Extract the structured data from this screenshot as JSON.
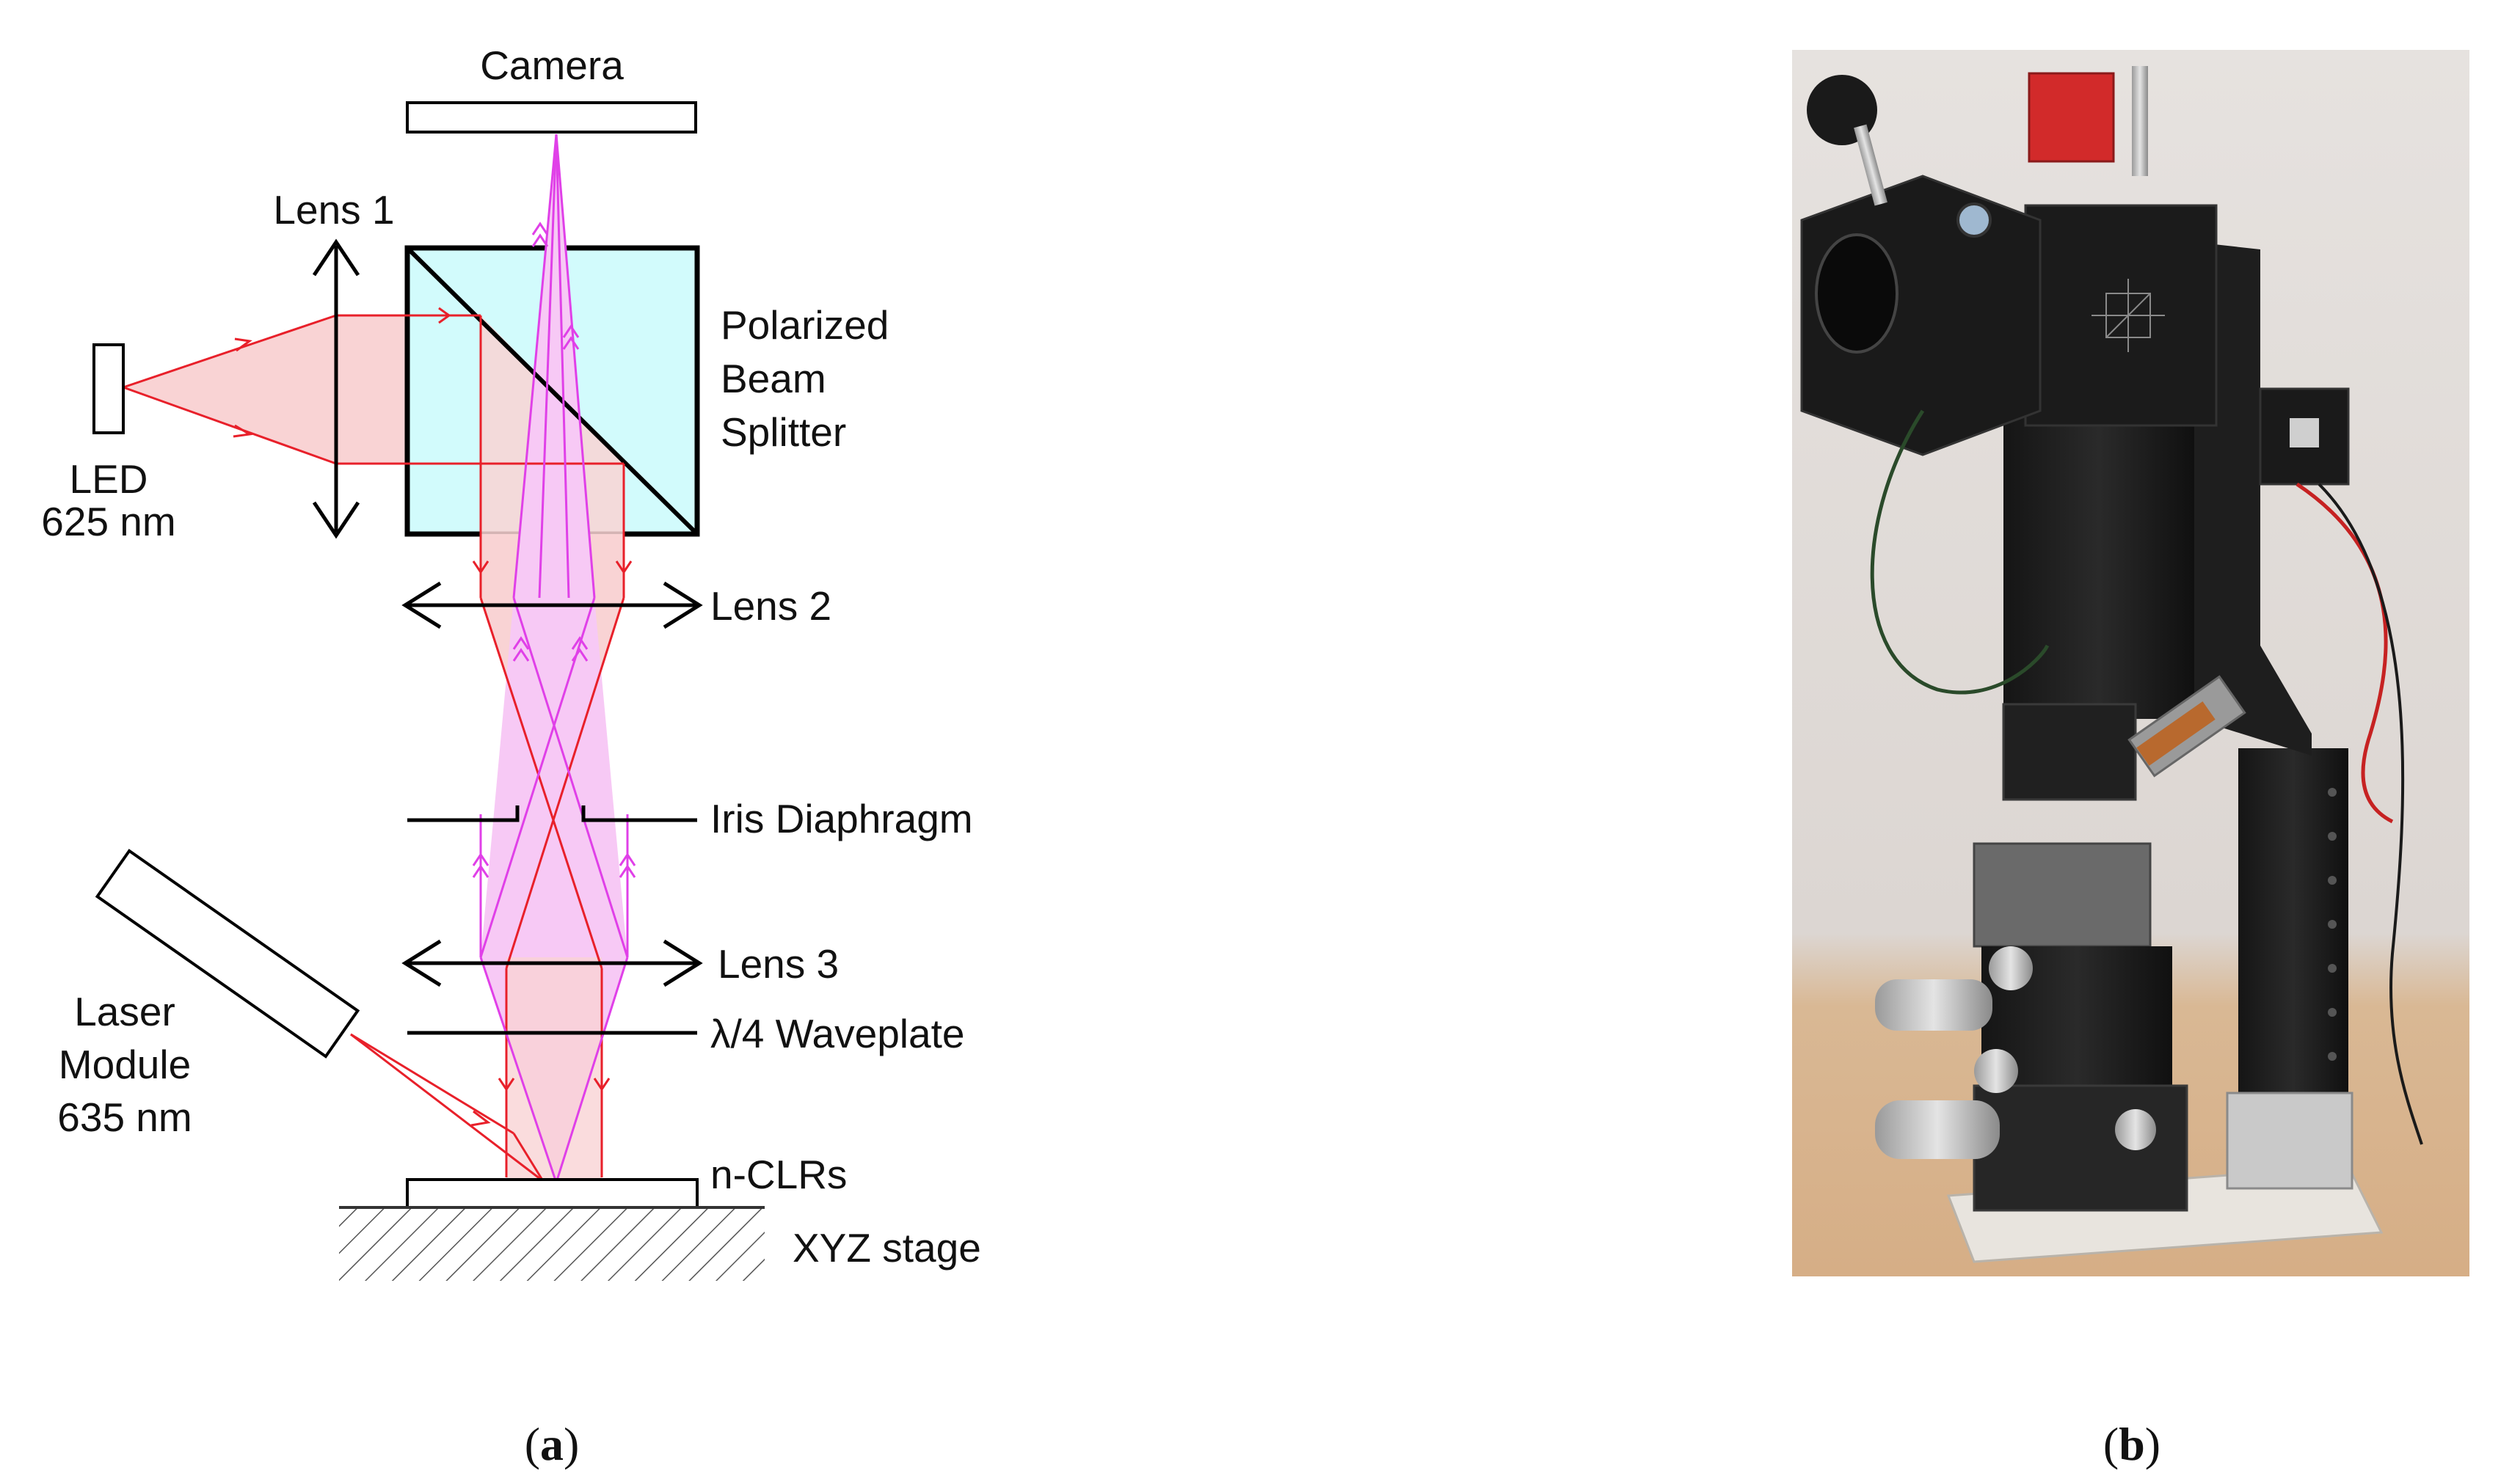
{
  "panel_a": {
    "labels": {
      "camera": "Camera",
      "lens1": "Lens 1",
      "pbs_line1": "Polarized",
      "pbs_line2": "Beam",
      "pbs_line3": "Splitter",
      "led_line1": "LED",
      "led_line2": "625 nm",
      "lens2": "Lens 2",
      "iris": "Iris Diaphragm",
      "laser_line1": "Laser",
      "laser_line2": "Module",
      "laser_line3": "635 nm",
      "lens3": "Lens 3",
      "waveplate": "λ/4 Waveplate",
      "sample": "n-CLRs",
      "stage": "XYZ stage"
    },
    "caption_open": "(",
    "caption_letter": "a",
    "caption_close": ")"
  },
  "panel_b": {
    "caption_open": "(",
    "caption_letter": "b",
    "caption_close": ")"
  },
  "colors": {
    "led_beam": "#e8202a",
    "beam_fill": "#f9d3d4",
    "camera_beam": "#e040e8",
    "camera_fill": "#f7c9f5",
    "splitter_fill": "#d2fbfc",
    "outline": "#000000"
  }
}
